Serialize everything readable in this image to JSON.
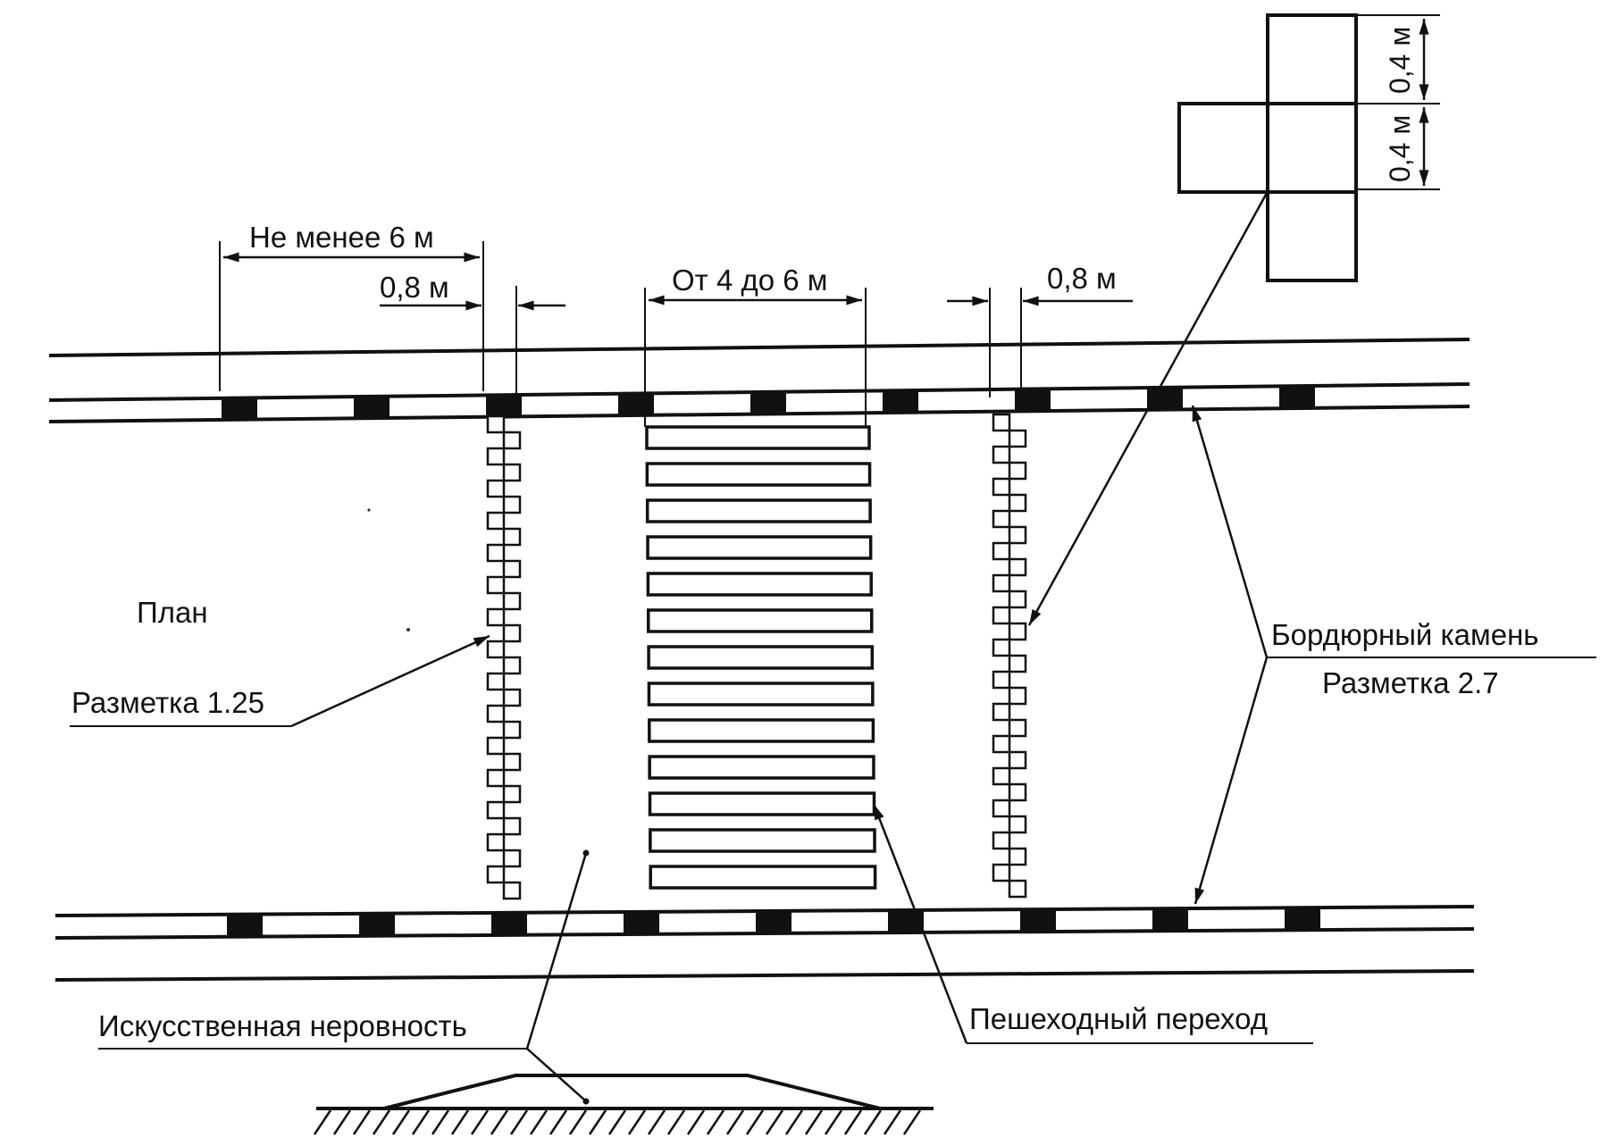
{
  "labels": {
    "min_distance": "Не менее 6 м",
    "offset_left": "0,8 м",
    "offset_right": "0,8 м",
    "crossing_width": "От 4 до 6 м",
    "cell_top": "0,4 м",
    "cell_bottom": "0,4 м",
    "plan": "План",
    "marking_125": "Разметка 1.25",
    "curb_stone": "Бордюрный камень",
    "marking_27": "Разметка 2.7",
    "speed_bump": "Искусственная неровность",
    "pedestrian_crossing": "Пешеходный переход"
  },
  "colors": {
    "ink": "#111111",
    "paper": "#ffffff"
  }
}
